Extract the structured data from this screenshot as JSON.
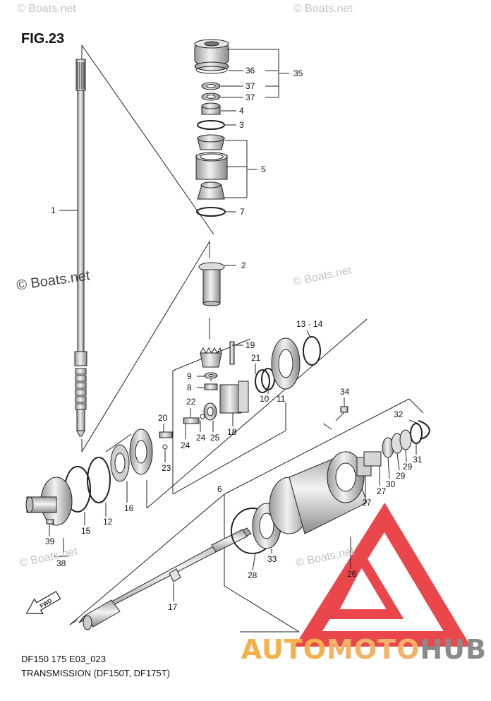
{
  "figure": {
    "title": "FIG.23"
  },
  "caption": {
    "line1": "DF150 175 E03_023",
    "line2": "TRANSMISSION (DF150T, DF175T)"
  },
  "watermarks": {
    "top_left": "© Boats.net",
    "top_right": "© Boats.net",
    "mid_left": "© Boats.net",
    "mid_right": "© Boats.net",
    "bottom_left": "© Boats.net",
    "bottom_right": "© Boats.net"
  },
  "brand": {
    "part1": "AUTO",
    "part2": "MOTO",
    "part3": "HUB",
    "color1": "#f5b04a",
    "color2": "#f2b26a",
    "color3": "#8a8a8a",
    "logo_color": "#e8343a"
  },
  "fwd_arrow": {
    "label": "FWD"
  },
  "callouts": [
    {
      "label": "1"
    },
    {
      "label": "2"
    },
    {
      "label": "3"
    },
    {
      "label": "4"
    },
    {
      "label": "5"
    },
    {
      "label": "6"
    },
    {
      "label": "7"
    },
    {
      "label": "8"
    },
    {
      "label": "9"
    },
    {
      "label": "10 · 11"
    },
    {
      "label": "12"
    },
    {
      "label": "13 · 14"
    },
    {
      "label": "15"
    },
    {
      "label": "16"
    },
    {
      "label": "17"
    },
    {
      "label": "18"
    },
    {
      "label": "19"
    },
    {
      "label": "20"
    },
    {
      "label": "21"
    },
    {
      "label": "22"
    },
    {
      "label": "23"
    },
    {
      "label": "24"
    },
    {
      "label": "24"
    },
    {
      "label": "25"
    },
    {
      "label": "26"
    },
    {
      "label": "27"
    },
    {
      "label": "27"
    },
    {
      "label": "28"
    },
    {
      "label": "29"
    },
    {
      "label": "29"
    },
    {
      "label": "30"
    },
    {
      "label": "31"
    },
    {
      "label": "32"
    },
    {
      "label": "33"
    },
    {
      "label": "34"
    },
    {
      "label": "35"
    },
    {
      "label": "36"
    },
    {
      "label": "37"
    },
    {
      "label": "37"
    },
    {
      "label": "38"
    },
    {
      "label": "39"
    }
  ]
}
